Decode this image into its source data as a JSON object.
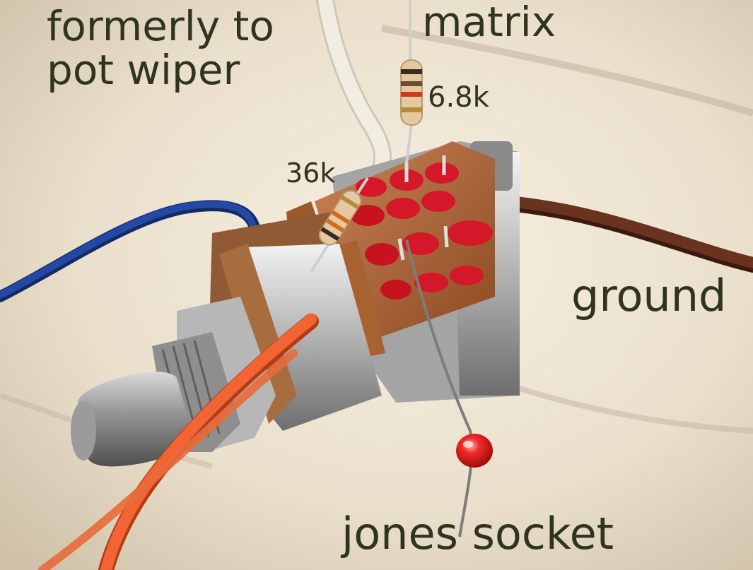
{
  "labels": {
    "formerly_line1": "formerly to",
    "formerly_line2": "pot wiper",
    "matrix": "matrix",
    "resistor_68k": "6.8k",
    "resistor_36k": "36k",
    "ground": "ground",
    "jones_socket": "jones socket"
  },
  "colors": {
    "label_text": "#2f3420",
    "background": "#ede3d2",
    "wire_blue": "#1f3e8f",
    "wire_brown": "#5a2a18",
    "wire_orange": "#f26433",
    "wire_white": "#f1ede0",
    "solder_red": "#d4182a",
    "led_red": "#f01a1a",
    "circuit_board": "#b46a3a",
    "metal": "#c9c9c9"
  },
  "objects": [
    "push-pull-potentiometer-switch",
    "6.8k-resistor",
    "36k-resistor",
    "red-led",
    "blue-wire",
    "brown-ground-wire",
    "orange-wire",
    "white-wire"
  ]
}
